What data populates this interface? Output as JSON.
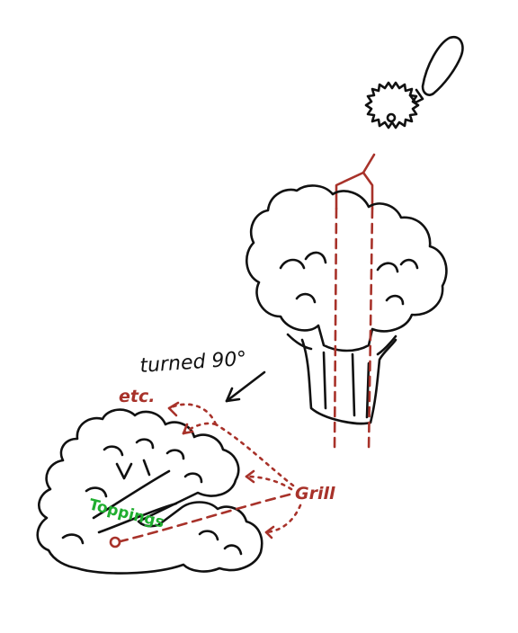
{
  "labels": {
    "turned": "turned 90°",
    "etc": "etc.",
    "grill": "Grill",
    "toppings": "Toppings"
  },
  "colors": {
    "ink": "#111111",
    "accent_red": "#a8322a",
    "accent_green": "#1fae2f",
    "background": "#ffffff"
  },
  "icons": {
    "cutter": "pizza-cutter-icon",
    "vertical_broccoli": "broccoli-standing-icon",
    "horizontal_broccoli": "broccoli-lying-icon",
    "rotation_arrow": "arrow-down-left-icon"
  }
}
